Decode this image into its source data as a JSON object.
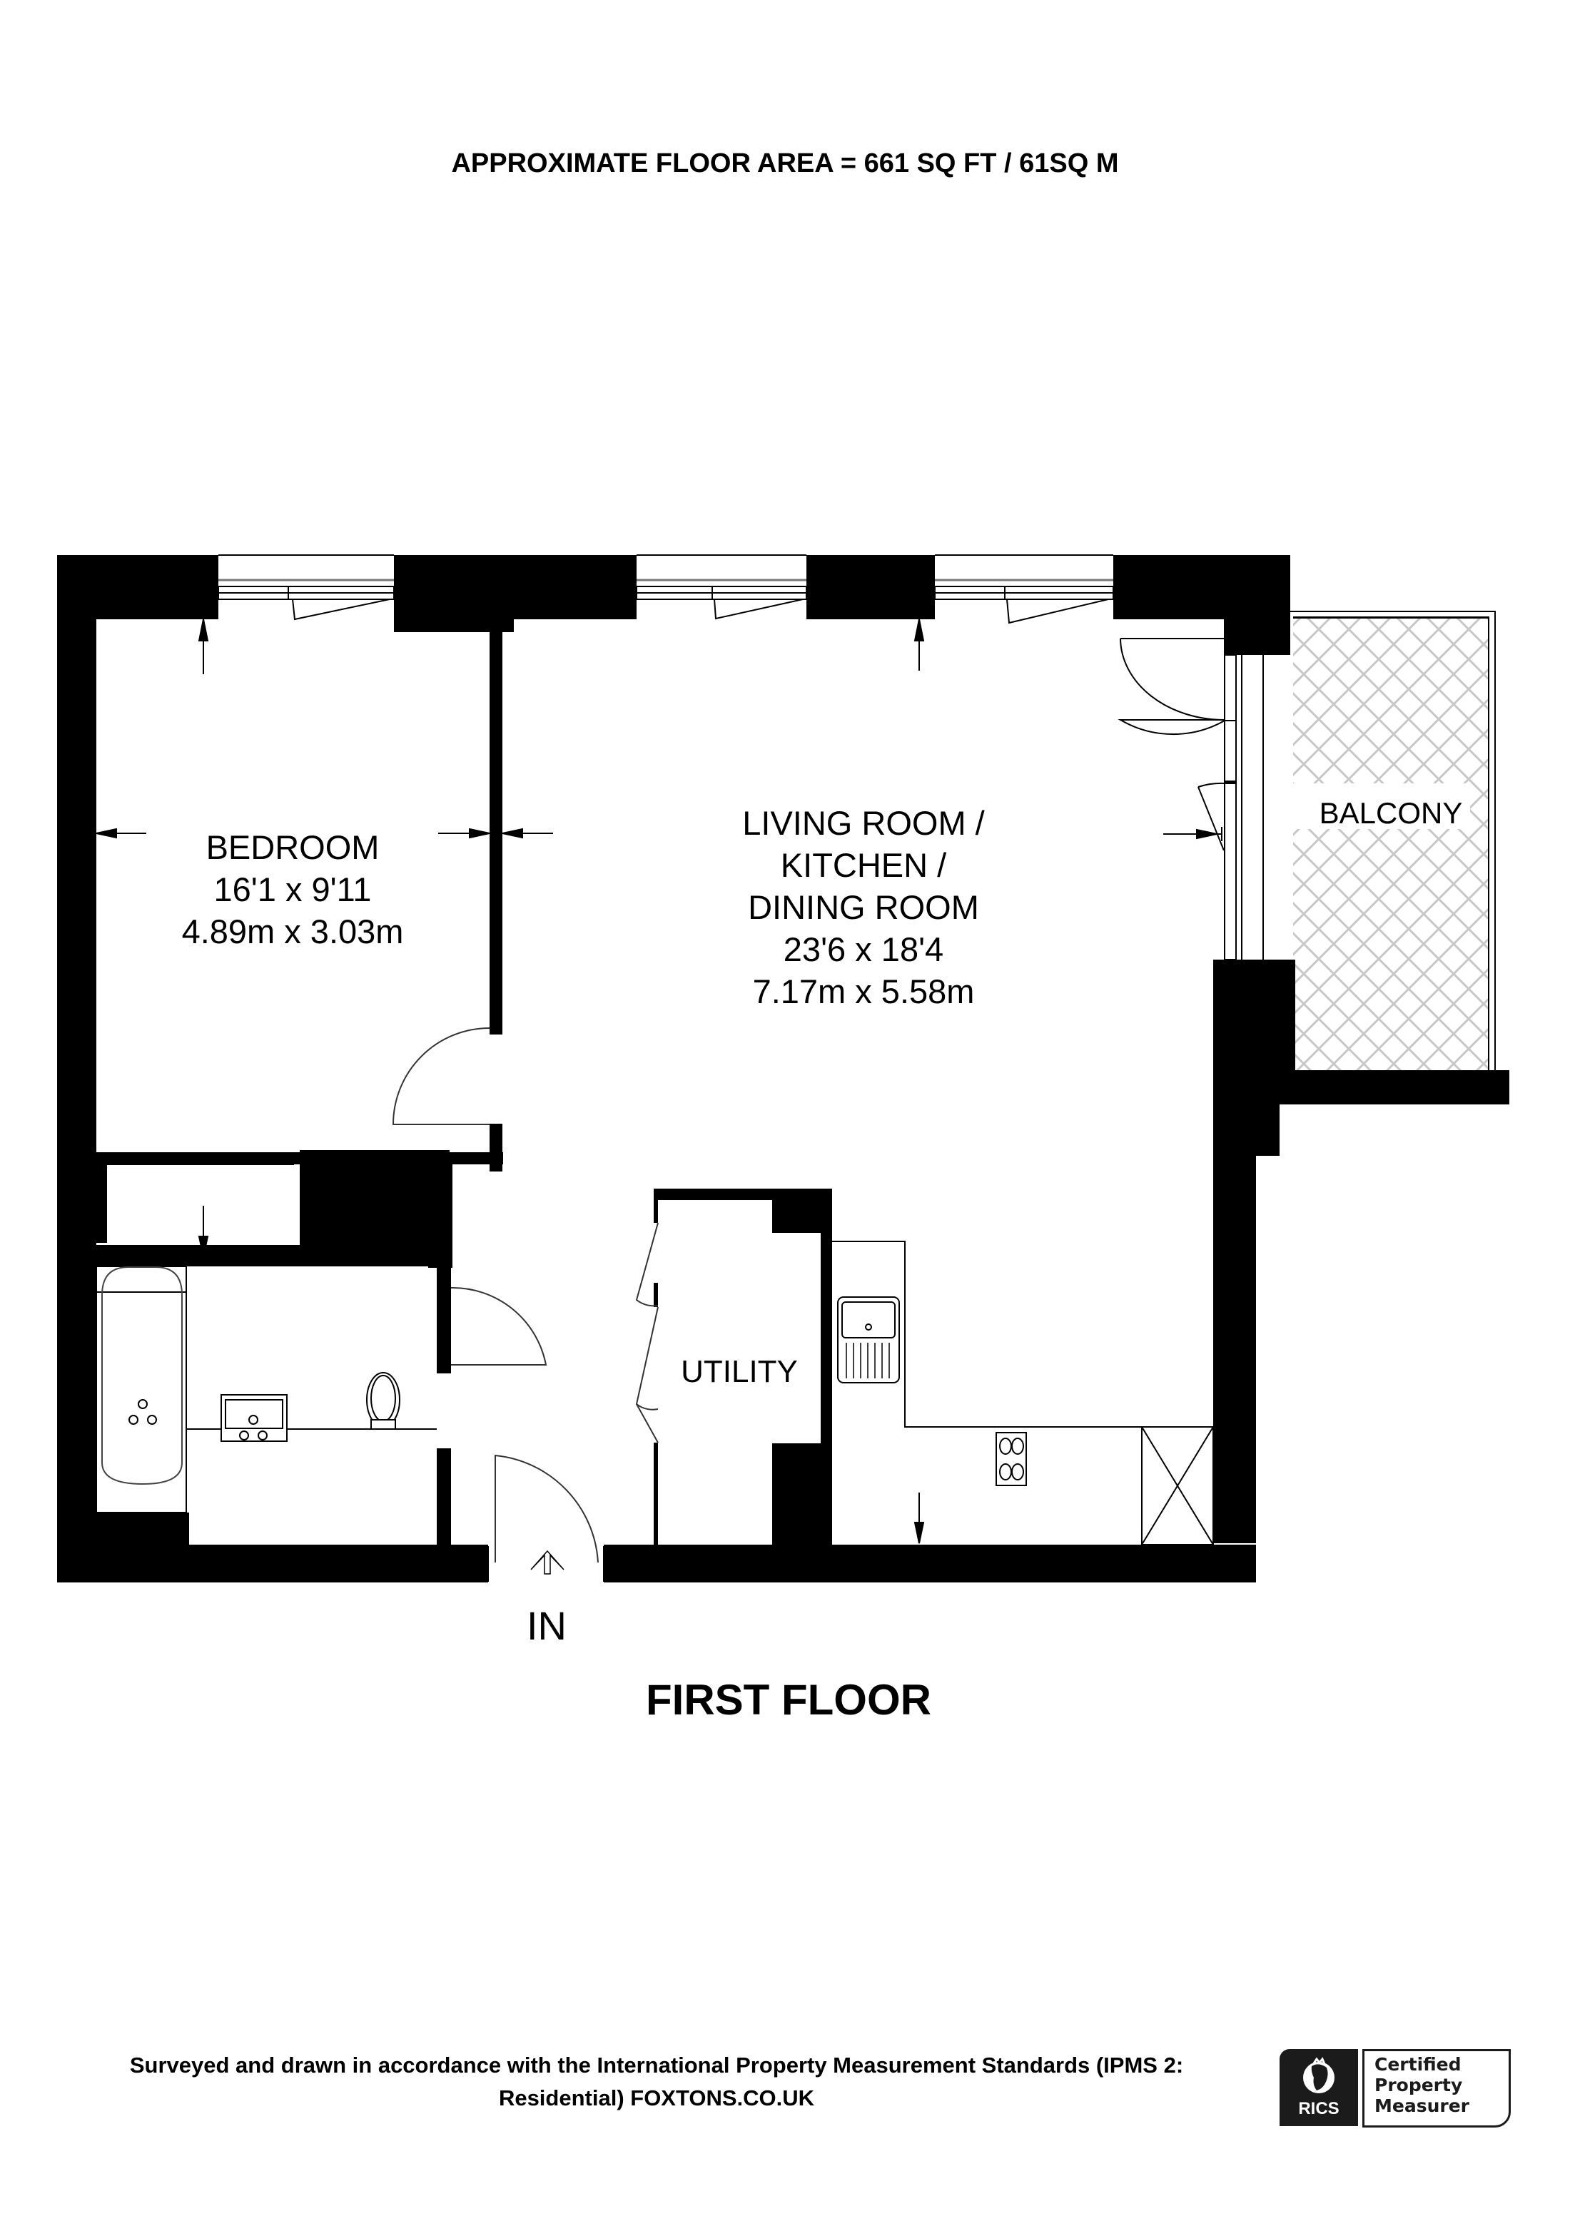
{
  "header": {
    "title": "APPROXIMATE FLOOR AREA = 661 SQ FT / 61SQ M"
  },
  "rooms": {
    "bedroom": {
      "name": "BEDROOM",
      "imperial": "16'1 x 9'11",
      "metric": "4.89m x 3.03m"
    },
    "living": {
      "name_line1": "LIVING ROOM /",
      "name_line2": "KITCHEN /",
      "name_line3": "DINING ROOM",
      "imperial": "23'6 x 18'4",
      "metric": "7.17m x 5.58m"
    },
    "balcony": {
      "name": "BALCONY"
    },
    "utility": {
      "name": "UTILITY"
    }
  },
  "entrance": {
    "label": "IN"
  },
  "floor": {
    "title": "FIRST FLOOR"
  },
  "footer": {
    "line1": "Surveyed and drawn in accordance with the International Property Measurement Standards (IPMS 2:",
    "line2": "Residential) FOXTONS.CO.UK"
  },
  "badge": {
    "org": "RICS",
    "line1": "Certified",
    "line2": "Property",
    "line3": "Measurer"
  },
  "colors": {
    "wall": "#000000",
    "background": "#ffffff",
    "balcony_hatch": "#c8c8c8",
    "badge_dark": "#1b1b1b"
  }
}
